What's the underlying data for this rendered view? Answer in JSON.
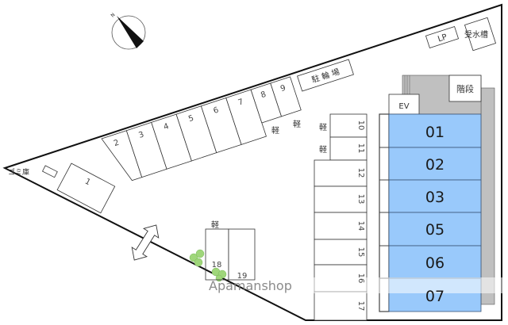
{
  "compass": {
    "north_label": "N"
  },
  "facilities": {
    "bike_parking": "駐 輪 場",
    "lp_gas": "LP",
    "water_tank": "受水槽",
    "garbage": "ゴミ庫",
    "stairs": "階段",
    "elevator": "EV"
  },
  "light_car_label": "軽",
  "parking_top": [
    "1",
    "2",
    "3",
    "4",
    "5",
    "6",
    "7",
    "8",
    "9"
  ],
  "parking_right": [
    "10",
    "11",
    "12",
    "13",
    "14",
    "15",
    "16",
    "17"
  ],
  "parking_bottom": [
    "18",
    "19"
  ],
  "units": [
    "01",
    "02",
    "03",
    "05",
    "06",
    "07"
  ],
  "watermark": "Apamanshop",
  "colors": {
    "unit_fill": "#99c9fb",
    "building_shadow": "#c0c0c0",
    "greenery": "#9fd67a"
  }
}
